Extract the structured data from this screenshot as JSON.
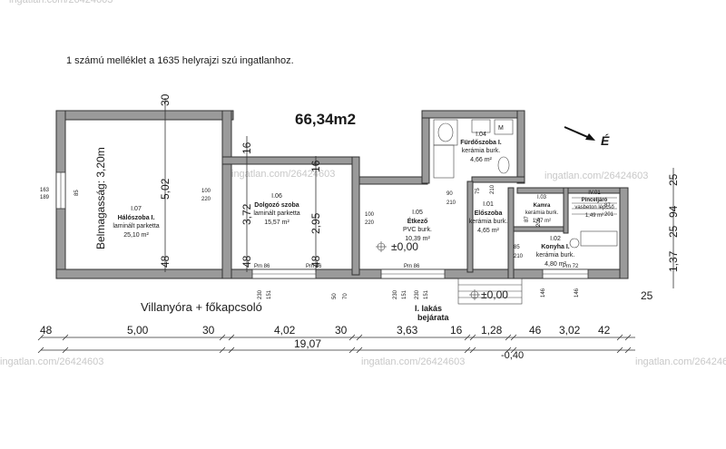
{
  "header_note": "1 számú melléklet a 1635 helyrajzi szú ingatlanhoz.",
  "total_area": "66,34m2",
  "north_label": "É",
  "ceiling_height": "Belmagasság: 3,20m",
  "watermark": "ingatlan.com/26424603",
  "rooms": [
    {
      "code": "I.07",
      "name": "Hálószoba I.",
      "floor": "laminált parketta",
      "area": "25,10 m²"
    },
    {
      "code": "I.06",
      "name": "Dolgozó szoba",
      "floor": "laminált parketta",
      "area": "15,57 m²"
    },
    {
      "code": "I.05",
      "name": "Étkező",
      "floor": "PVC burk.",
      "area": "10,39 m²"
    },
    {
      "code": "I.04",
      "name": "Fürdőszoba I.",
      "floor": "kerámia burk.",
      "area": "4,66 m²"
    },
    {
      "code": "I.01",
      "name": "Előszoba",
      "floor": "kerámia burk.",
      "area": "4,65 m²"
    },
    {
      "code": "I.03",
      "name": "Kamra",
      "floor": "kerámia burk.",
      "area": "1,47 m²"
    },
    {
      "code": "IV.01",
      "name": "Pinceljáró",
      "floor": "vasbeton lépcső",
      "area": "1,49 m²"
    },
    {
      "code": "I.02",
      "name": "Konyha I.",
      "floor": "kerámia burk.",
      "area": "4,80 m²"
    }
  ],
  "level_marks": [
    "±0,00",
    "±0,00",
    "-0,40"
  ],
  "entrance_label": [
    "I. lakás",
    "bejárata"
  ],
  "meter_label": "Villanyóra + főkapcsoló",
  "bottom_dims": [
    "48",
    "5,00",
    "30",
    "4,02",
    "30",
    "3,63",
    "16",
    "1,28",
    "46",
    "3,02",
    "42"
  ],
  "total_length": "19,07",
  "vertical_dims": {
    "top_30": "30",
    "left_502": "5,02",
    "left_48": "48",
    "mid_16a": "16",
    "mid_372": "3,72",
    "mid_48": "48",
    "mid_16b": "16",
    "mid_295": "2,95",
    "mid_48b": "48",
    "right_25a": "25",
    "right_94": "94",
    "right_25b": "25",
    "right_137": "1,37",
    "right_25c": "25"
  },
  "window_labels": [
    "163",
    "189",
    "85",
    "Pm 86",
    "Pm 86",
    "Pm 86",
    "Pm 72"
  ],
  "door_labels": [
    "100",
    "220",
    "100",
    "220",
    "90",
    "210",
    "75",
    "210",
    "85",
    "210",
    "87",
    "201",
    "87",
    "205",
    "50",
    "70",
    "230",
    "151",
    "230",
    "151",
    "230",
    "151",
    "146",
    "146"
  ],
  "wc_label": "M"
}
